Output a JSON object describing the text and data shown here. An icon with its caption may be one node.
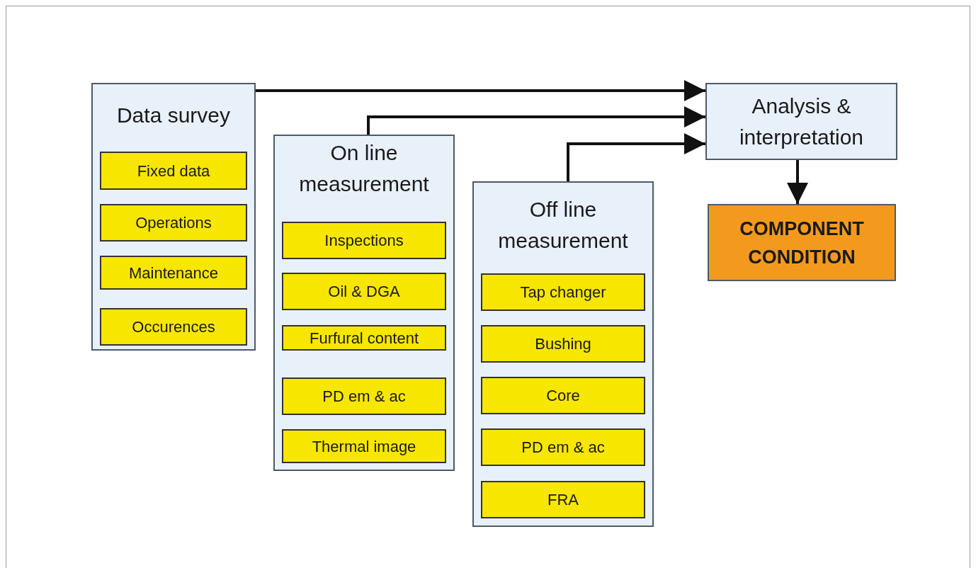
{
  "diagram": {
    "nodes": [
      {
        "text": [
          "Data survey"
        ]
      },
      {
        "text": [
          "Fixed data"
        ],
        "in": 0
      },
      {
        "text": [
          "Operations"
        ],
        "in": 0
      },
      {
        "text": [
          "Maintenance"
        ],
        "in": 0
      },
      {
        "text": [
          "Occurences"
        ],
        "in": 0
      },
      {
        "text": [
          "On line measurement"
        ]
      },
      {
        "text": [
          "Inspections"
        ],
        "in": 5
      },
      {
        "text": [
          "Oil & DGA"
        ],
        "in": 5
      },
      {
        "text": [
          "Furfural content"
        ],
        "in": 5
      },
      {
        "text": [
          "PD em & ac"
        ],
        "in": 5
      },
      {
        "text": [
          "Thermal image"
        ],
        "in": 5
      },
      {
        "text": [
          "Off line measurement"
        ]
      },
      {
        "text": [
          "Tap changer"
        ],
        "in": 11
      },
      {
        "text": [
          "Bushing"
        ],
        "in": 11
      },
      {
        "text": [
          "Core"
        ],
        "in": 11
      },
      {
        "text": [
          "PD em & ac"
        ],
        "in": 11
      },
      {
        "text": [
          "FRA"
        ],
        "in": 11
      },
      {
        "text": [
          "Analysis & interpretation"
        ]
      },
      {
        "text": [
          "COMPONENT CONDITION"
        ]
      }
    ],
    "edges": [
      {
        "from": 0,
        "to": 17,
        "arrow": "to"
      },
      {
        "from": 5,
        "to": 17,
        "arrow": "to"
      },
      {
        "from": 11,
        "to": 17,
        "arrow": "to"
      },
      {
        "from": 17,
        "to": 18,
        "arrow": "to"
      }
    ]
  }
}
